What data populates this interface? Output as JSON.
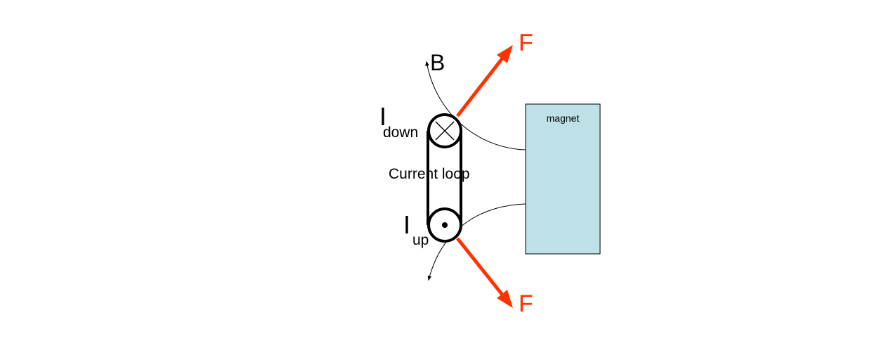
{
  "labels": {
    "field": "B",
    "force_top": "F",
    "force_bottom": "F",
    "current_down_main": "I",
    "current_down_sub": "down",
    "current_up_main": "I",
    "current_up_sub": "up",
    "loop": "Current loop",
    "magnet": "magnet"
  },
  "colors": {
    "force": "#ff3300",
    "magnet_fill": "#bde1e6",
    "stroke": "#000000"
  }
}
